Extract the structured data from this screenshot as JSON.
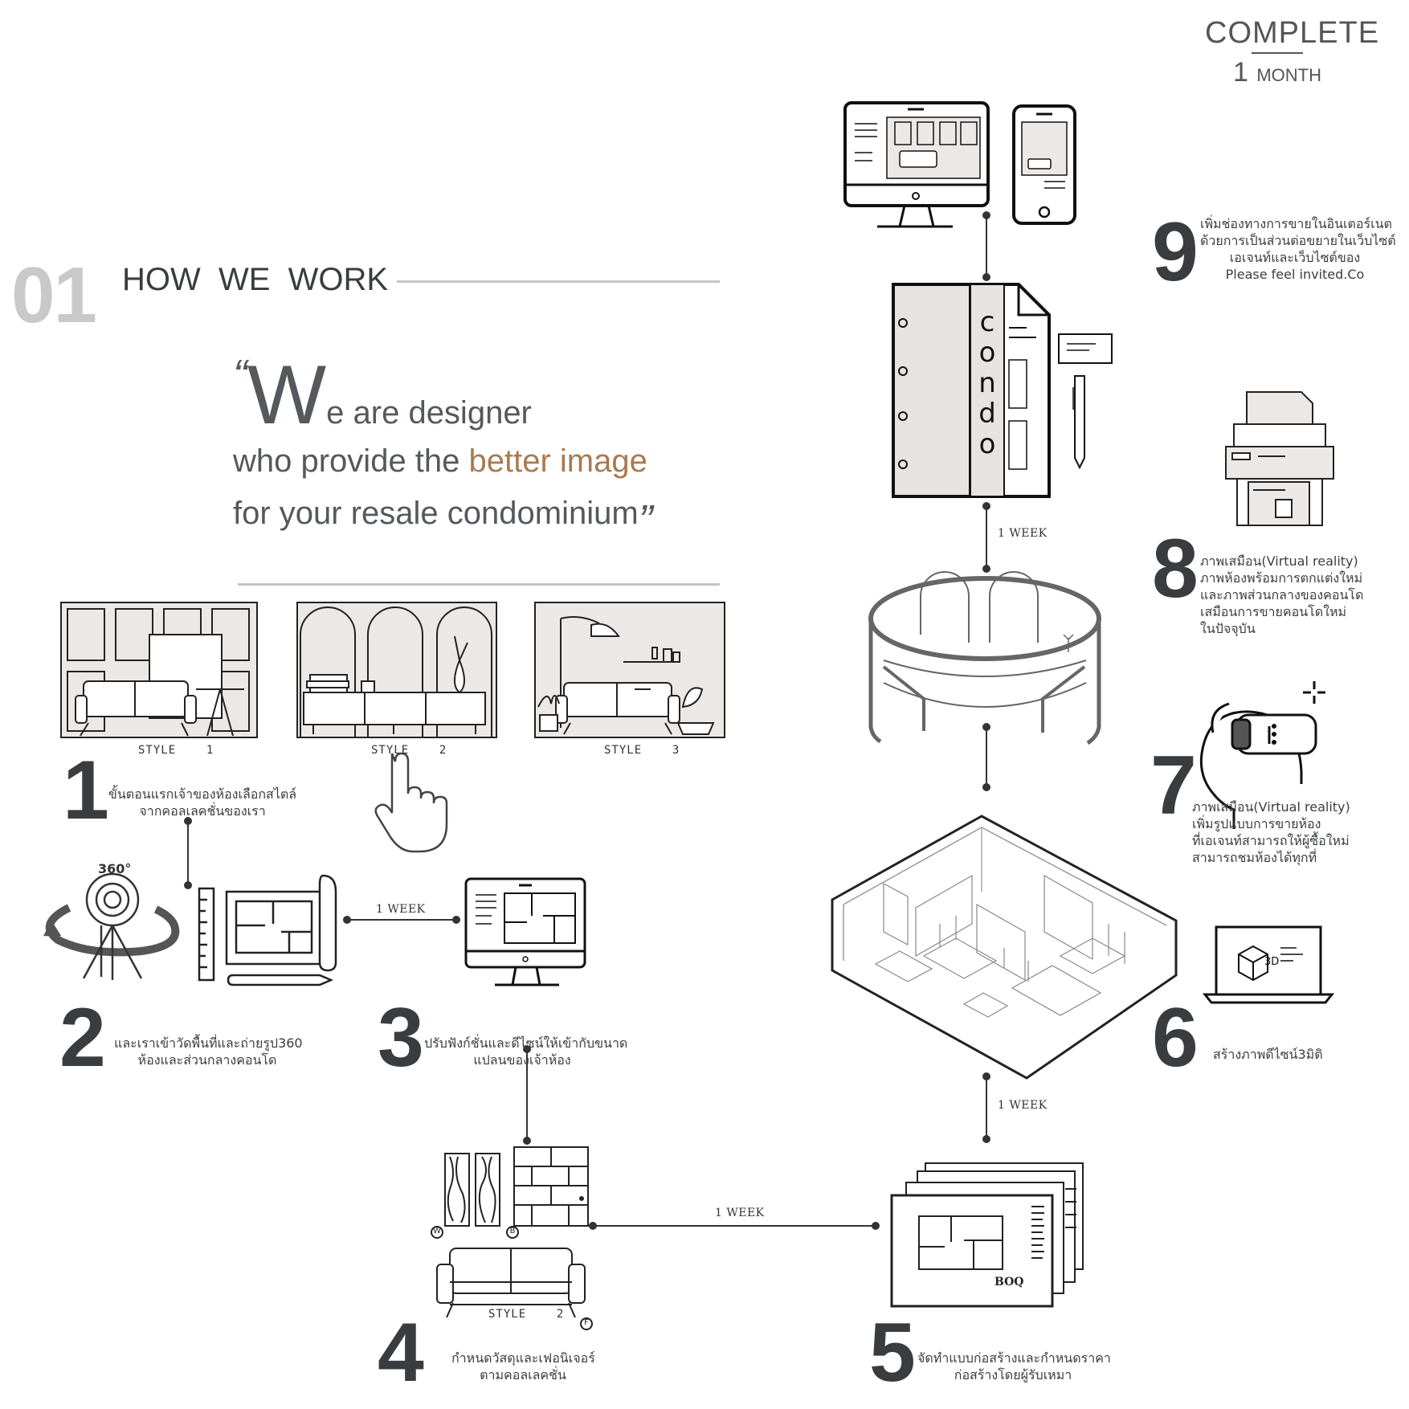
{
  "header": {
    "complete_word": "COMPLETE",
    "complete_num": "1",
    "complete_unit": "MONTH",
    "section_num": "01",
    "section_title": "HOW  WE  WORK"
  },
  "quote": {
    "open_mark": "“",
    "big_letter": "W",
    "line1_rest": "e are designer",
    "line2_a": "who provide the ",
    "line2_highlight": "better image",
    "line3": "for your resale condominium",
    "close_mark": "”",
    "highlight_color": "#a87a4f"
  },
  "styles": [
    {
      "label": "STYLE    1"
    },
    {
      "label": "STYLE    2"
    },
    {
      "label": "STYLE    3"
    }
  ],
  "week_label": "1 WEEK",
  "steps": [
    {
      "num": "1",
      "lines": [
        "ขั้นตอนแรกเจ้าของห้องเลือกสไตล์",
        "จากคอลเลคชั่นของเรา"
      ]
    },
    {
      "num": "2",
      "lines": [
        "และเราเข้าวัดพื้นที่และถ่ายรูป360",
        "ห้องและส่วนกลางคอนโด"
      ]
    },
    {
      "num": "3",
      "lines": [
        "ปรับฟังก์ชั่นและดีไซน์ให้เข้ากับขนาด",
        "แปลนของเจ้าห้อง"
      ]
    },
    {
      "num": "4",
      "lines": [
        "กำหนดวัสดุและเฟอนิเจอร์",
        "ตามคอลเลคชั่น"
      ]
    },
    {
      "num": "5",
      "lines": [
        "จัดทำแบบก่อสร้างและกำหนดราคา",
        "ก่อสร้างโดยผู้รับเหมา"
      ]
    },
    {
      "num": "6",
      "lines": [
        "สร้างภาพดีไซน์3มิติ"
      ]
    },
    {
      "num": "7",
      "lines": [
        "ภาพเสมือน(Virtual reality)",
        "เพิ่มรูปแบบการขายห้อง",
        "ที่เอเจนท์สามารถให้ผู้ซื้อใหม่",
        "สามารถชมห้องได้ทุกที่"
      ]
    },
    {
      "num": "8",
      "lines": [
        "ภาพเสมือน(Virtual reality)",
        "ภาพห้องพร้อมการตกแต่งใหม่",
        "และภาพส่วนกลางของคอนโด",
        "เสมือนการขายคอนโดใหม่",
        "ในปัจจุบัน"
      ]
    },
    {
      "num": "9",
      "lines": [
        "เพิ่มช่องทางการขายในอินเตอร์เนต",
        "ด้วยการเป็นส่วนต่อขยายในเว็บไซต์",
        "เอเจนท์และเว็บไซต์ของ",
        "Please feel invited.Co"
      ]
    }
  ],
  "icon_labels": {
    "camera_360": "360°",
    "folder_text": [
      "c",
      "o",
      "n",
      "d",
      "o"
    ],
    "boq": "BOQ",
    "three_d": "3D",
    "material_w": "W",
    "material_b": "B",
    "material_f": "F",
    "sofa_style": "STYLE    2"
  }
}
